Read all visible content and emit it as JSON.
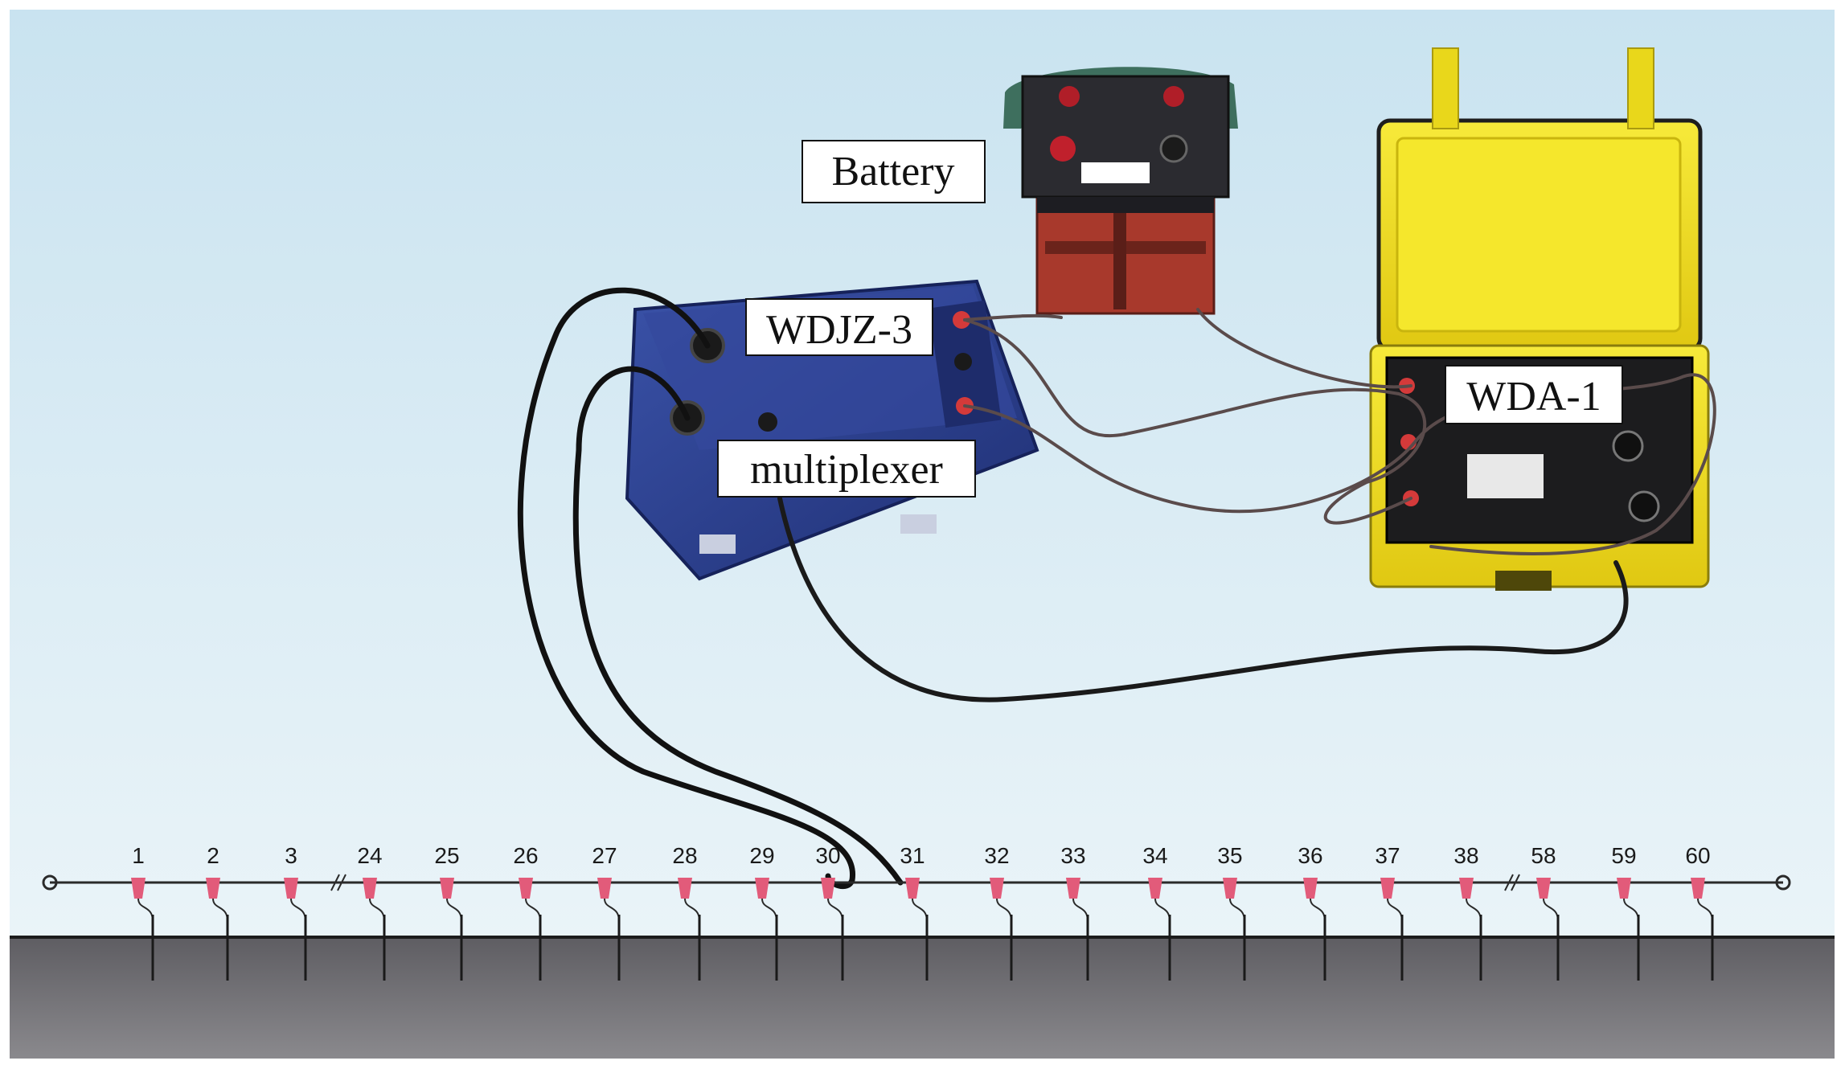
{
  "labels": {
    "battery": "Battery",
    "multiplexer_model": "WDJZ-3",
    "multiplexer": "multiplexer",
    "instrument": "WDA-1"
  },
  "electrodes": {
    "left_group": [
      "1",
      "2",
      "3",
      "24",
      "25",
      "26",
      "27",
      "28",
      "29",
      "30"
    ],
    "right_group": [
      "31",
      "32",
      "33",
      "34",
      "35",
      "36",
      "37",
      "38",
      "58",
      "59",
      "60"
    ]
  },
  "colors": {
    "sky_top": "#cfe6f2",
    "sky_bottom": "#e9f4f8",
    "ground": "#6f6e72",
    "multiplexer_case": "#2a3f8f",
    "instrument_case": "#f2e21e",
    "battery_cells": "#a8392c"
  }
}
